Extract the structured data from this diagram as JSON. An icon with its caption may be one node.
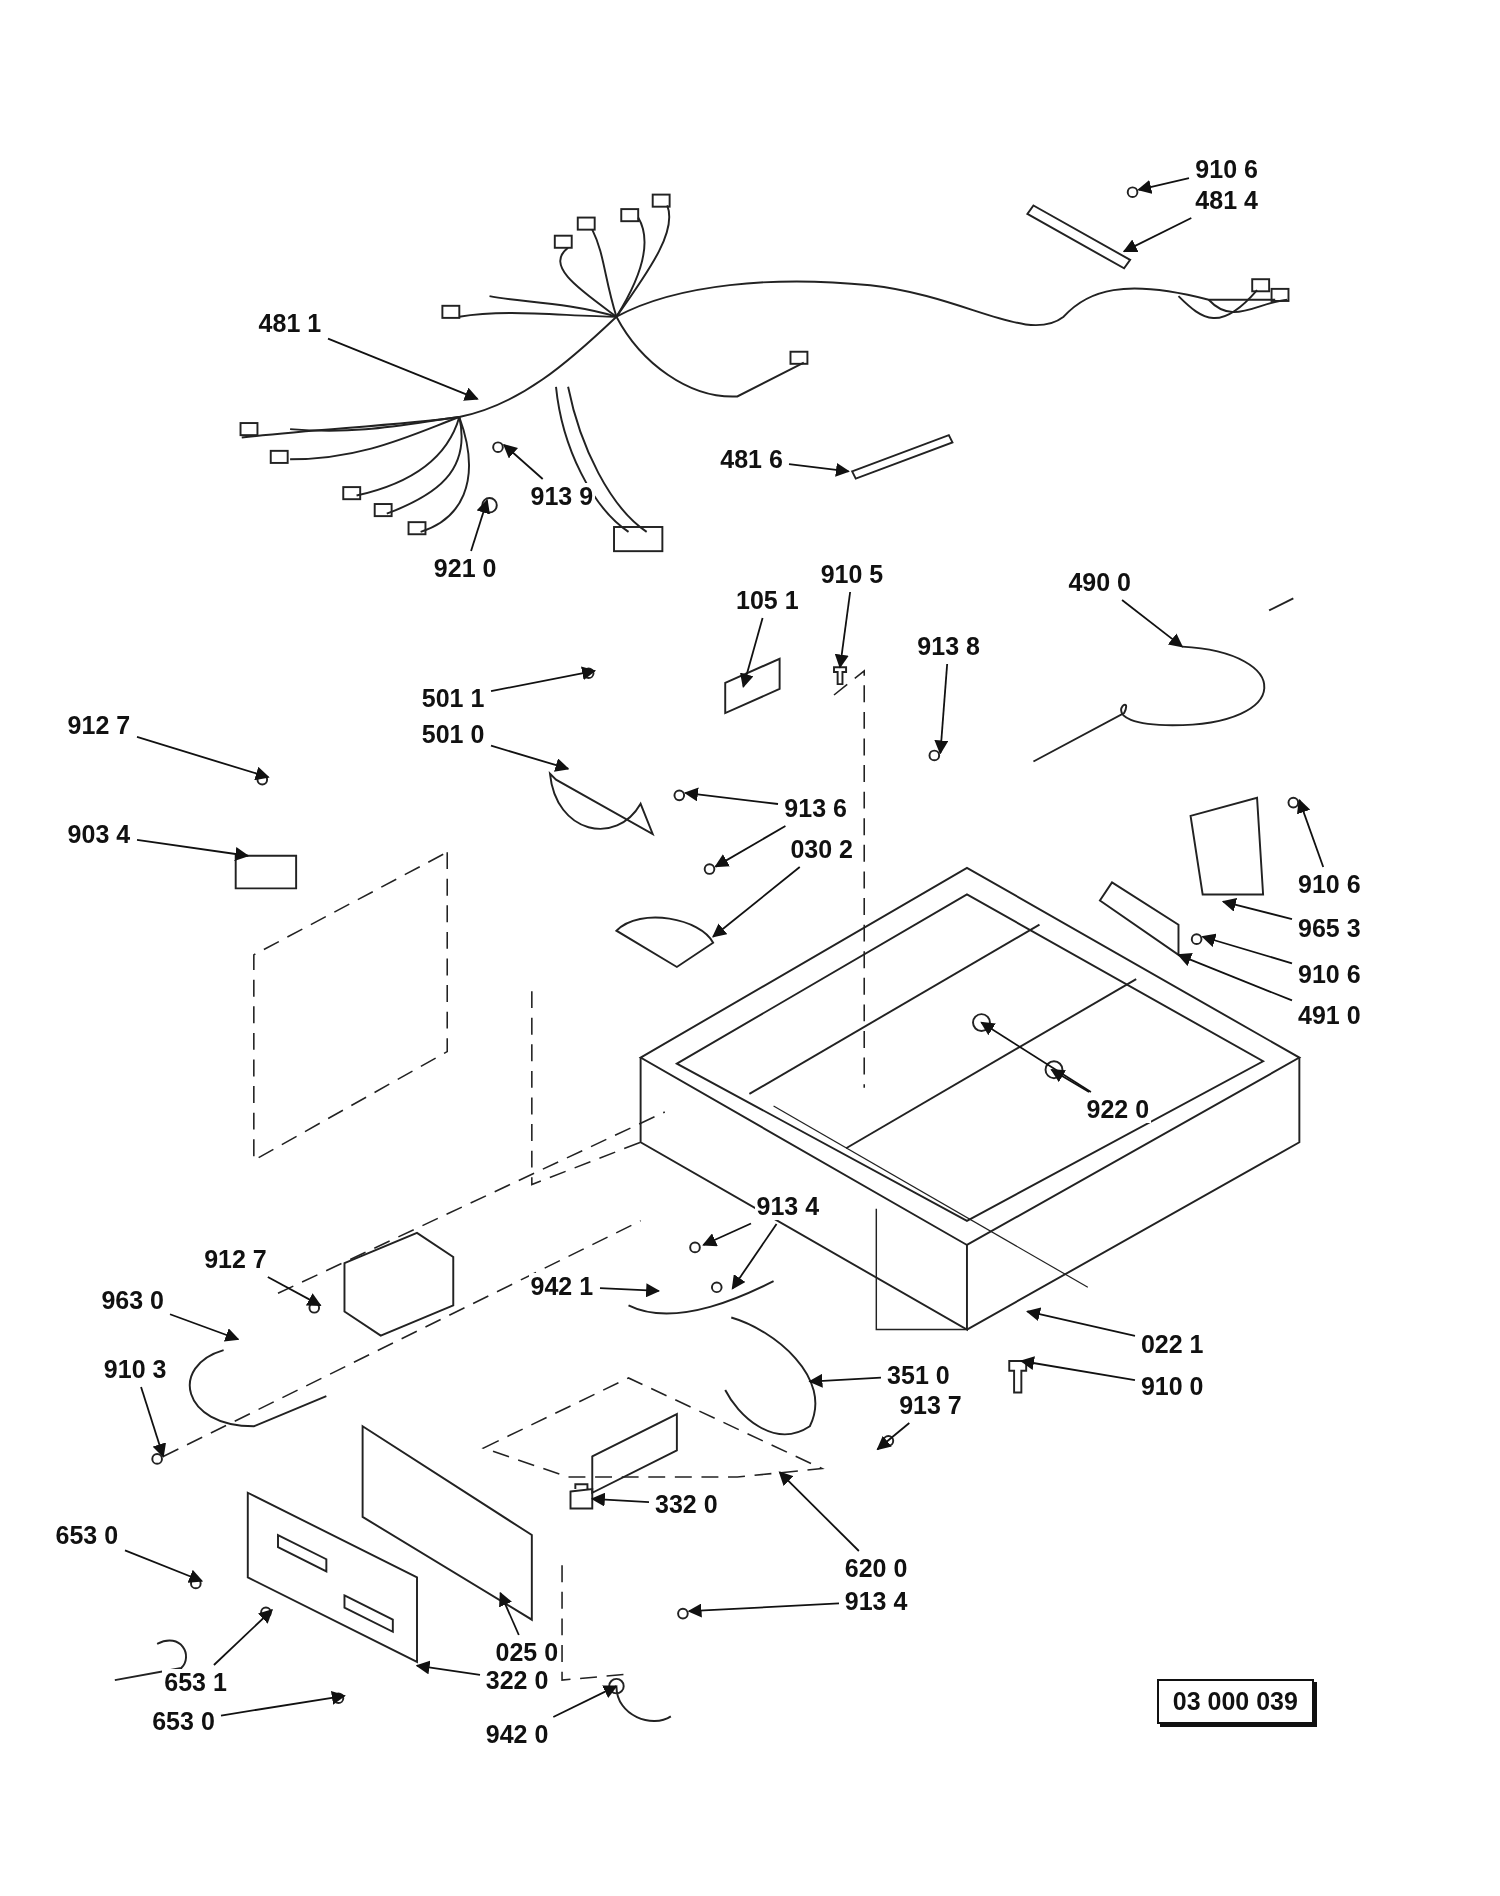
{
  "diagram": {
    "nodes": [
      {
        "text": [
          "910 6"
        ]
      },
      {
        "text": [
          "481 4"
        ]
      },
      {
        "text": [
          "481 1"
        ]
      },
      {
        "text": [
          "913 9"
        ]
      },
      {
        "text": [
          "921 0"
        ]
      },
      {
        "text": [
          "481 6"
        ]
      },
      {
        "text": [
          "910 5"
        ]
      },
      {
        "text": [
          "105 1"
        ]
      },
      {
        "text": [
          "490 0"
        ]
      },
      {
        "text": [
          "913 8"
        ]
      },
      {
        "text": [
          "501 1"
        ]
      },
      {
        "text": [
          "501 0"
        ]
      },
      {
        "text": [
          "912 7"
        ]
      },
      {
        "text": [
          "903 4"
        ]
      },
      {
        "text": [
          "913 6"
        ]
      },
      {
        "text": [
          "030 2"
        ]
      },
      {
        "text": [
          "910 6"
        ]
      },
      {
        "text": [
          "965 3"
        ]
      },
      {
        "text": [
          "910 6"
        ]
      },
      {
        "text": [
          "491 0"
        ]
      },
      {
        "text": [
          "922 0"
        ]
      },
      {
        "text": [
          "913 4"
        ]
      },
      {
        "text": [
          "912 7"
        ]
      },
      {
        "text": [
          "963 0"
        ]
      },
      {
        "text": [
          "942 1"
        ]
      },
      {
        "text": [
          "910 3"
        ]
      },
      {
        "text": [
          "022 1"
        ]
      },
      {
        "text": [
          "351 0"
        ]
      },
      {
        "text": [
          "910 0"
        ]
      },
      {
        "text": [
          "913 7"
        ]
      },
      {
        "text": [
          "332 0"
        ]
      },
      {
        "text": [
          "653 0"
        ]
      },
      {
        "text": [
          "620 0"
        ]
      },
      {
        "text": [
          "913 4"
        ]
      },
      {
        "text": [
          "653 1"
        ]
      },
      {
        "text": [
          "025 0"
        ]
      },
      {
        "text": [
          "322 0"
        ]
      },
      {
        "text": [
          "653 0"
        ]
      },
      {
        "text": [
          "942 0"
        ]
      },
      {
        "text": [
          "03 000 039"
        ]
      },
      {
        "text": [],
        "shape": "circle"
      },
      {
        "text": [],
        "shape": "picture"
      },
      {
        "text": [],
        "shape": "picture"
      },
      {
        "text": [],
        "shape": "box"
      },
      {
        "text": [],
        "shape": "picture"
      },
      {
        "text": [],
        "shape": "picture"
      }
    ],
    "edges": [
      {
        "from": 0,
        "to": null,
        "arrow": "to"
      },
      {
        "from": 1,
        "to": null,
        "arrow": "to"
      },
      {
        "from": 2,
        "to": null,
        "arrow": "to"
      },
      {
        "from": 3,
        "to": null,
        "arrow": "to"
      },
      {
        "from": 4,
        "to": 40,
        "arrow": "to"
      },
      {
        "from": 5,
        "to": null,
        "arrow": "to"
      },
      {
        "from": 6,
        "to": 41,
        "arrow": "to"
      },
      {
        "from": 7,
        "to": null,
        "arrow": "to"
      },
      {
        "from": 8,
        "to": null,
        "arrow": "to"
      },
      {
        "from": 9,
        "to": null,
        "arrow": "to"
      },
      {
        "from": 10,
        "to": null,
        "arrow": "to"
      },
      {
        "from": 11,
        "to": null,
        "arrow": "to"
      },
      {
        "from": 12,
        "to": null,
        "arrow": "to"
      },
      {
        "from": 13,
        "to": null,
        "arrow": "to"
      },
      {
        "from": 14,
        "to": null,
        "arrow": "to"
      },
      {
        "from": 14,
        "to": null,
        "arrow": "to"
      },
      {
        "from": 15,
        "to": null,
        "arrow": "to"
      },
      {
        "from": 16,
        "to": null,
        "arrow": "to"
      },
      {
        "from": 17,
        "to": null,
        "arrow": "to"
      },
      {
        "from": 18,
        "to": null,
        "arrow": "to"
      },
      {
        "from": 19,
        "to": null,
        "arrow": "to"
      },
      {
        "from": 20,
        "to": null,
        "arrow": "to"
      },
      {
        "from": 20,
        "to": null,
        "arrow": "to"
      },
      {
        "from": 21,
        "to": null,
        "arrow": "to"
      },
      {
        "from": 21,
        "to": null,
        "arrow": "to"
      },
      {
        "from": 22,
        "to": null,
        "arrow": "to"
      },
      {
        "from": 23,
        "to": null,
        "arrow": "to"
      },
      {
        "from": 24,
        "to": null,
        "arrow": "to"
      },
      {
        "from": 25,
        "to": null,
        "arrow": "to"
      },
      {
        "from": 26,
        "to": null,
        "arrow": "to"
      },
      {
        "from": 27,
        "to": null,
        "arrow": "to"
      },
      {
        "from": 28,
        "to": 42,
        "arrow": "to"
      },
      {
        "from": 29,
        "to": null,
        "arrow": "to"
      },
      {
        "from": 30,
        "to": 45,
        "arrow": "to"
      },
      {
        "from": 31,
        "to": null,
        "arrow": "to"
      },
      {
        "from": 32,
        "to": 43,
        "arrow": "to"
      },
      {
        "from": 33,
        "to": null,
        "arrow": "to"
      },
      {
        "from": 34,
        "to": null,
        "arrow": "to"
      },
      {
        "from": 35,
        "to": null,
        "arrow": "to"
      },
      {
        "from": 36,
        "to": null,
        "arrow": "to"
      },
      {
        "from": 37,
        "to": null,
        "arrow": "to"
      },
      {
        "from": 38,
        "to": 44,
        "arrow": "to"
      }
    ]
  }
}
